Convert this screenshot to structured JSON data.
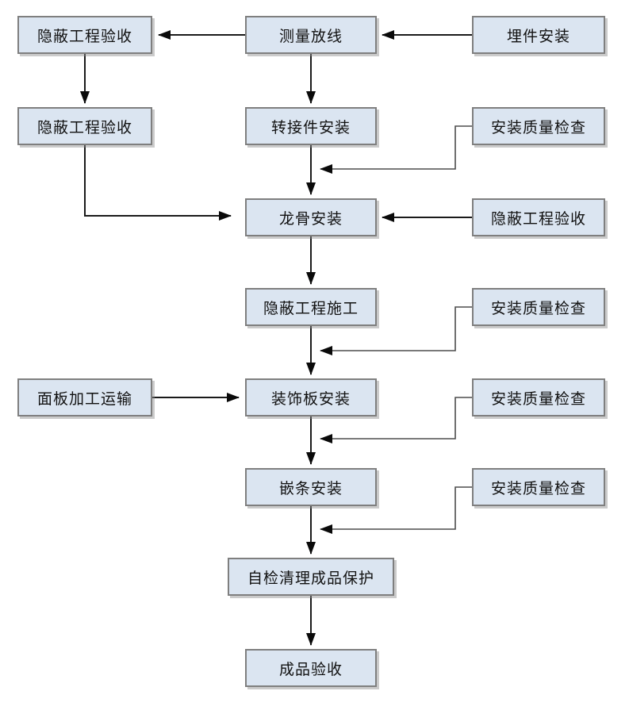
{
  "diagram": {
    "type": "flowchart",
    "colors": {
      "node_fill": "#dbe5f1",
      "node_border": "#7f7f7f",
      "connector": "#1a1a1a",
      "background": "#ffffff"
    },
    "nodes": [
      {
        "id": "n1",
        "label": "隐蔽工程验收"
      },
      {
        "id": "n2",
        "label": "测量放线"
      },
      {
        "id": "n3",
        "label": "埋件安装"
      },
      {
        "id": "n4",
        "label": "隐蔽工程验收"
      },
      {
        "id": "n5",
        "label": "转接件安装"
      },
      {
        "id": "n6",
        "label": "安装质量检查"
      },
      {
        "id": "n7",
        "label": "龙骨安装"
      },
      {
        "id": "n8",
        "label": "隐蔽工程验收"
      },
      {
        "id": "n9",
        "label": "隐蔽工程施工"
      },
      {
        "id": "n10",
        "label": "安装质量检查"
      },
      {
        "id": "n11",
        "label": "面板加工运输"
      },
      {
        "id": "n12",
        "label": "装饰板安装"
      },
      {
        "id": "n13",
        "label": "安装质量检查"
      },
      {
        "id": "n14",
        "label": "嵌条安装"
      },
      {
        "id": "n15",
        "label": "安装质量检查"
      },
      {
        "id": "n16",
        "label": "自检清理成品保护"
      },
      {
        "id": "n17",
        "label": "成品验收"
      }
    ],
    "edges": [
      {
        "from": "埋件安装",
        "to": "测量放线"
      },
      {
        "from": "测量放线",
        "to": "隐蔽工程验收"
      },
      {
        "from": "隐蔽工程验收",
        "to": "隐蔽工程验收"
      },
      {
        "from": "测量放线",
        "to": "转接件安装"
      },
      {
        "from": "转接件安装",
        "to": "龙骨安装"
      },
      {
        "from": "安装质量检查",
        "to": "转接件安装→龙骨安装"
      },
      {
        "from": "隐蔽工程验收",
        "to": "龙骨安装"
      },
      {
        "from": "隐蔽工程验收",
        "to": "龙骨安装"
      },
      {
        "from": "龙骨安装",
        "to": "隐蔽工程施工"
      },
      {
        "from": "隐蔽工程施工",
        "to": "装饰板安装"
      },
      {
        "from": "安装质量检查",
        "to": "隐蔽工程施工→装饰板安装"
      },
      {
        "from": "面板加工运输",
        "to": "装饰板安装"
      },
      {
        "from": "装饰板安装",
        "to": "嵌条安装"
      },
      {
        "from": "安装质量检查",
        "to": "装饰板安装→嵌条安装"
      },
      {
        "from": "嵌条安装",
        "to": "自检清理成品保护"
      },
      {
        "from": "安装质量检查",
        "to": "嵌条安装→自检清理成品保护"
      },
      {
        "from": "自检清理成品保护",
        "to": "成品验收"
      }
    ]
  }
}
